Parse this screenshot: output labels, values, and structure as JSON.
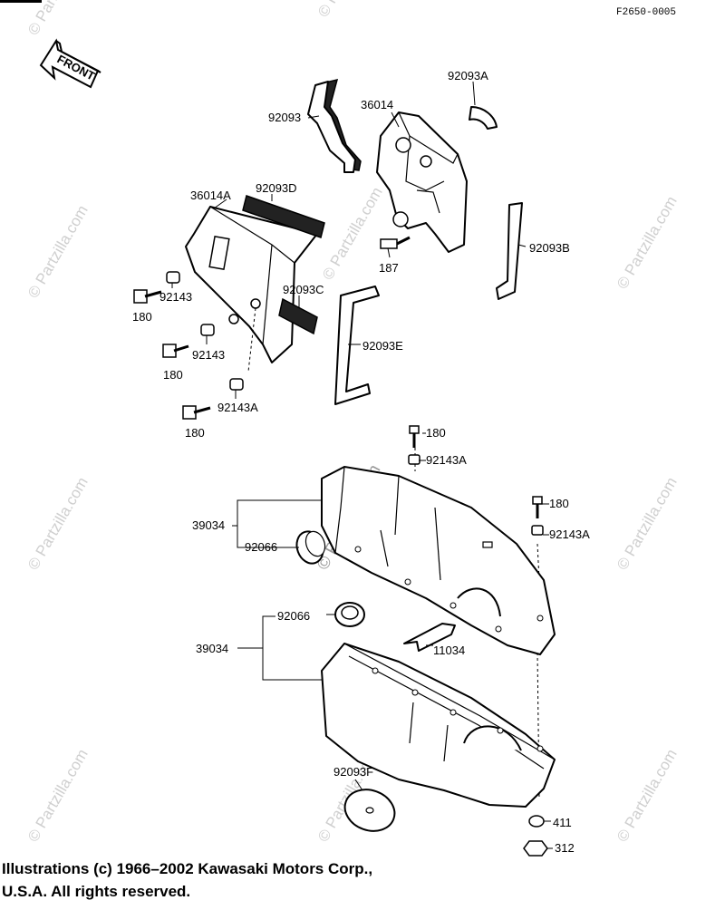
{
  "diagram": {
    "ref_code": "F2650-0005",
    "front_label": "FRONT",
    "parts": {
      "p92093": "92093",
      "p36014": "36014",
      "p92093A": "92093A",
      "p36014A": "36014A",
      "p92093D": "92093D",
      "p92093B": "92093B",
      "p187": "187",
      "p92093C": "92093C",
      "p92093E": "92093E",
      "p92143_1": "92143",
      "p180_1": "180",
      "p92143_2": "92143",
      "p180_2": "180",
      "p92143A_1": "92143A",
      "p180_3": "180",
      "p180_4": "180",
      "p92143A_2": "92143A",
      "p39034_1": "39034",
      "p92066_1": "92066",
      "p180_5": "180",
      "p92143A_3": "92143A",
      "p92066_2": "92066",
      "p39034_2": "39034",
      "p11034": "11034",
      "p92093F": "92093F",
      "p411": "411",
      "p312": "312"
    }
  },
  "watermark": "© Partzilla.com",
  "copyright": "Illustrations (c) 1966–2002 Kawasaki Motors Corp., U.S.A.  All rights reserved."
}
